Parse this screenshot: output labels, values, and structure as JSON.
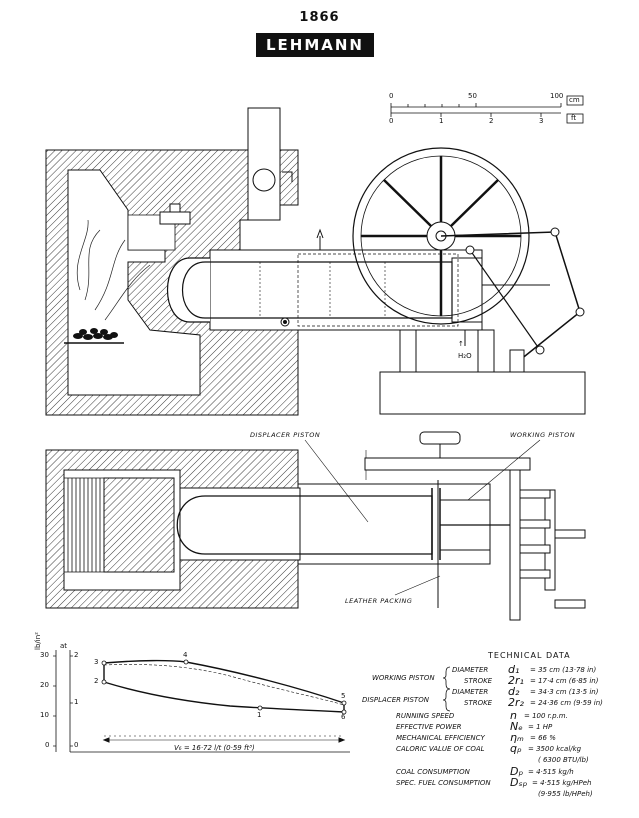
{
  "header": {
    "year": "1866",
    "title": "LEHMANN"
  },
  "scale": {
    "cm_ticks": [
      "0",
      "50",
      "100"
    ],
    "cm_unit": "cm",
    "ft_ticks": [
      "0",
      "1",
      "2",
      "3"
    ],
    "ft_unit": "ft"
  },
  "labels": {
    "h2o_top": "↑",
    "h2o": "H₂O",
    "displacer_piston": "DISPLACER PISTON",
    "working_piston": "WORKING PISTON",
    "leather_packing": "LEATHER PACKING"
  },
  "pv_diagram": {
    "y_unit_psi": "lb/in²",
    "y_unit_at": "at",
    "y_ticks_psi": [
      "30",
      "20",
      "10",
      "0"
    ],
    "y_ticks_at": [
      "2",
      "1",
      "0"
    ],
    "points": [
      "1",
      "2",
      "3",
      "4",
      "5",
      "6"
    ],
    "volume_label": "V₆ = 16·72 l/t (0·59 ft³)"
  },
  "technical_data": {
    "heading": "TECHNICAL DATA",
    "working_piston": "WORKING PISTON",
    "displacer_piston": "DISPLACER PISTON",
    "rows": [
      {
        "label": "DIAMETER",
        "symbol": "d₁",
        "value": "= 35 cm (13·78 in)"
      },
      {
        "label": "STROKE",
        "symbol": "2r₁",
        "value": "= 17·4 cm (6·85 in)"
      },
      {
        "label": "DIAMETER",
        "symbol": "d₂",
        "value": "= 34·3 cm (13·5 in)"
      },
      {
        "label": "STROKE",
        "symbol": "2r₂",
        "value": "= 24·36 cm (9·59 in)"
      },
      {
        "label": "RUNNING SPEED",
        "symbol": "n",
        "value": "= 100 r.p.m."
      },
      {
        "label": "EFFECTIVE POWER",
        "symbol": "Nₑ",
        "value": "= 1   HP"
      },
      {
        "label": "MECHANICAL EFFICIENCY",
        "symbol": "ηₘ",
        "value": "= 66   %"
      },
      {
        "label": "CALORIC VALUE OF COAL",
        "symbol": "qₚ",
        "value": "= 3500   kcal/kg"
      },
      {
        "label": "",
        "symbol": "",
        "value": "( 6300  BTU/lb)"
      },
      {
        "label": "COAL CONSUMPTION",
        "symbol": "Dₚ",
        "value": "= 4·515 kg/h"
      },
      {
        "label": "SPEC. FUEL CONSUMPTION",
        "symbol": "Dₛₚ",
        "value": "= 4·515 kg/HPeh"
      },
      {
        "label": "",
        "symbol": "",
        "value": "(9·955 lb/HPeh)"
      }
    ]
  }
}
